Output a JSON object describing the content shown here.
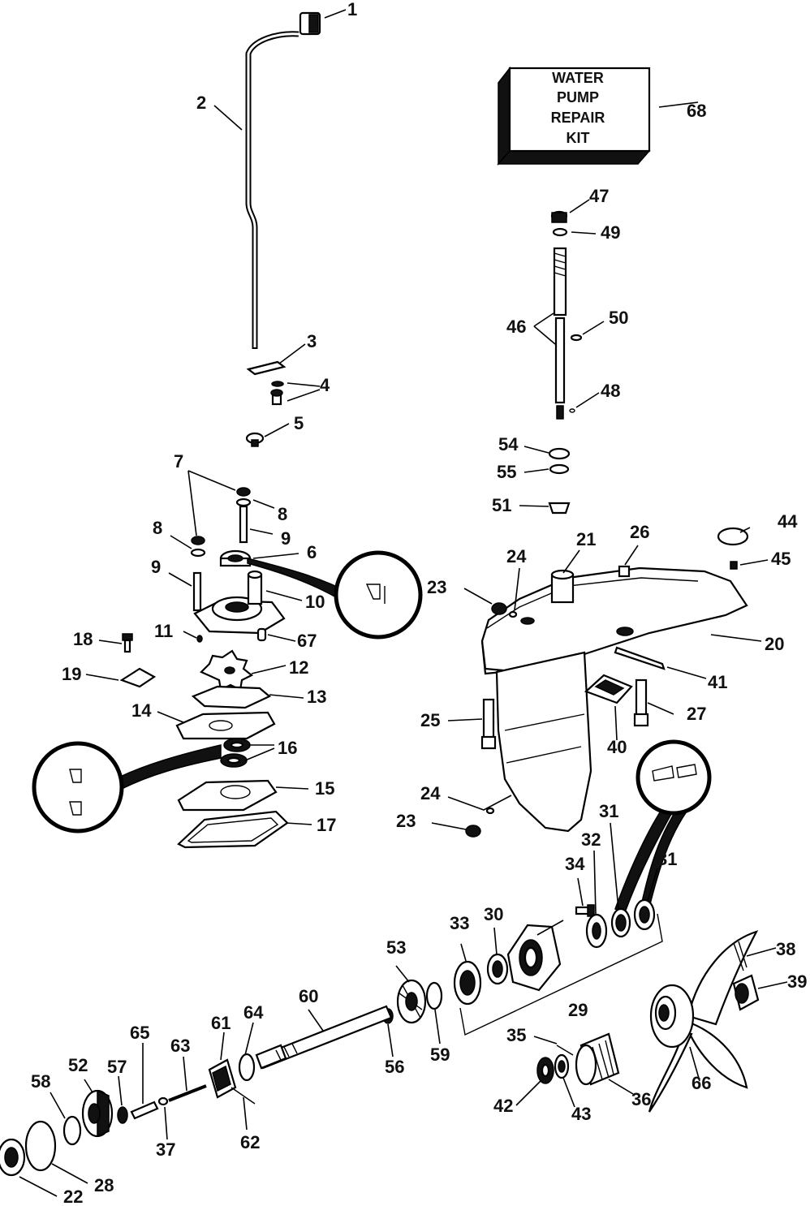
{
  "kit_box": {
    "lines": [
      "WATER",
      "PUMP",
      "REPAIR",
      "KIT"
    ]
  },
  "callouts": [
    "1",
    "2",
    "3",
    "4",
    "5",
    "6",
    "7",
    "8",
    "8",
    "9",
    "9",
    "10",
    "11",
    "12",
    "13",
    "14",
    "15",
    "16",
    "17",
    "18",
    "19",
    "20",
    "21",
    "22",
    "23",
    "23",
    "24",
    "24",
    "25",
    "26",
    "27",
    "28",
    "29",
    "30",
    "31",
    "31",
    "32",
    "33",
    "34",
    "35",
    "36",
    "37",
    "38",
    "39",
    "40",
    "41",
    "42",
    "43",
    "44",
    "45",
    "46",
    "47",
    "48",
    "49",
    "50",
    "51",
    "52",
    "53",
    "54",
    "55",
    "56",
    "57",
    "58",
    "59",
    "60",
    "61",
    "62",
    "63",
    "64",
    "65",
    "66",
    "67",
    "68"
  ]
}
